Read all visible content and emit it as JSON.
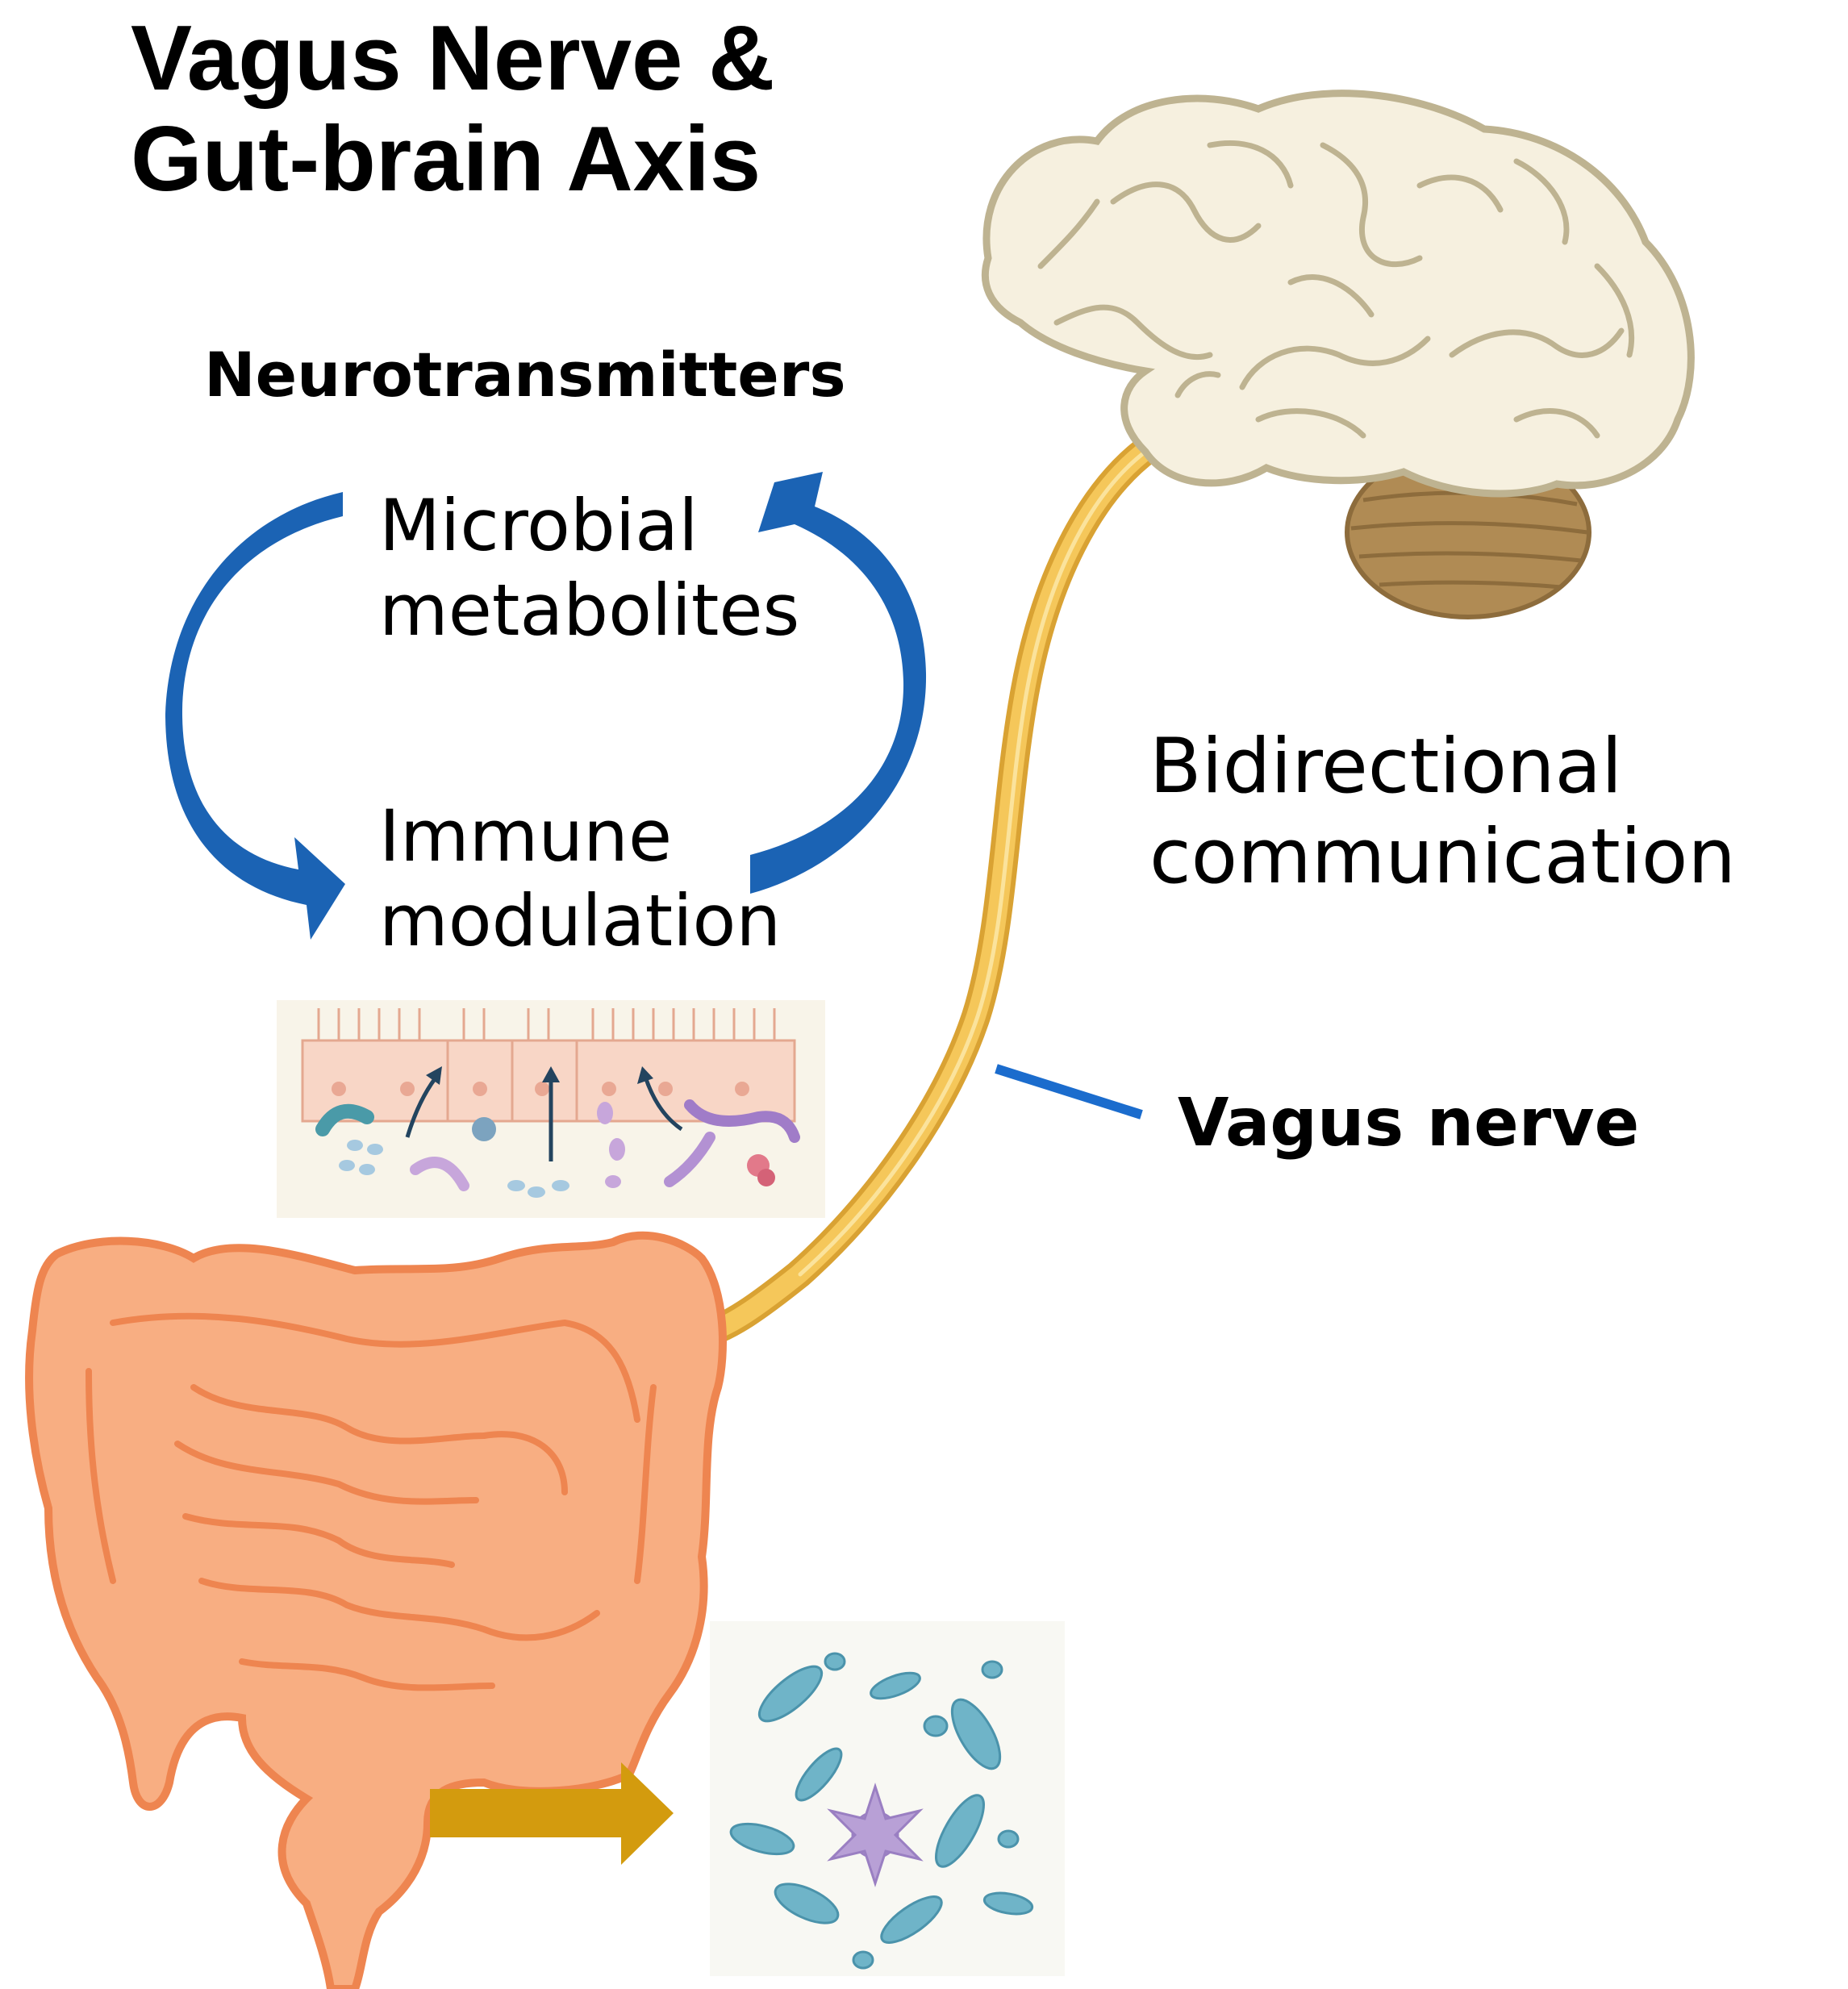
{
  "title_line1": "Vagus Nerve &",
  "title_line2": "Gut-brain Axis",
  "labels": {
    "neurotransmitters": "Neurotransmitters",
    "microbial_line1": "Microbial",
    "microbial_line2": "metabolites",
    "immune_line1": "Immune",
    "immune_line2": "modulation",
    "bidirectional_line1": "Bidirectional",
    "bidirectional_line2": "communication",
    "vagus_nerve": "Vagus nerve"
  },
  "colors": {
    "cycle_arrow": "#1b63b4",
    "brain": "#f6f0df",
    "brain_outline": "#beb391",
    "cerebellum": "#b08b54",
    "nerve": "#f5c75a",
    "nerve_outline": "#d9a233",
    "intestine": "#f8ae82",
    "intestine_outline": "#ee8550",
    "pointer_line": "#1b6ccd",
    "output_arrow": "#d39b0e",
    "bacteria_blue": "#6fb4c8",
    "bacteria_purple": "#b8a0d6"
  },
  "icons": [
    "brain-icon",
    "cerebellum-icon",
    "vagus-nerve-icon",
    "intestine-icon",
    "epithelium-icon",
    "microbiota-icon",
    "cycle-arrows-icon",
    "output-arrow-icon"
  ]
}
